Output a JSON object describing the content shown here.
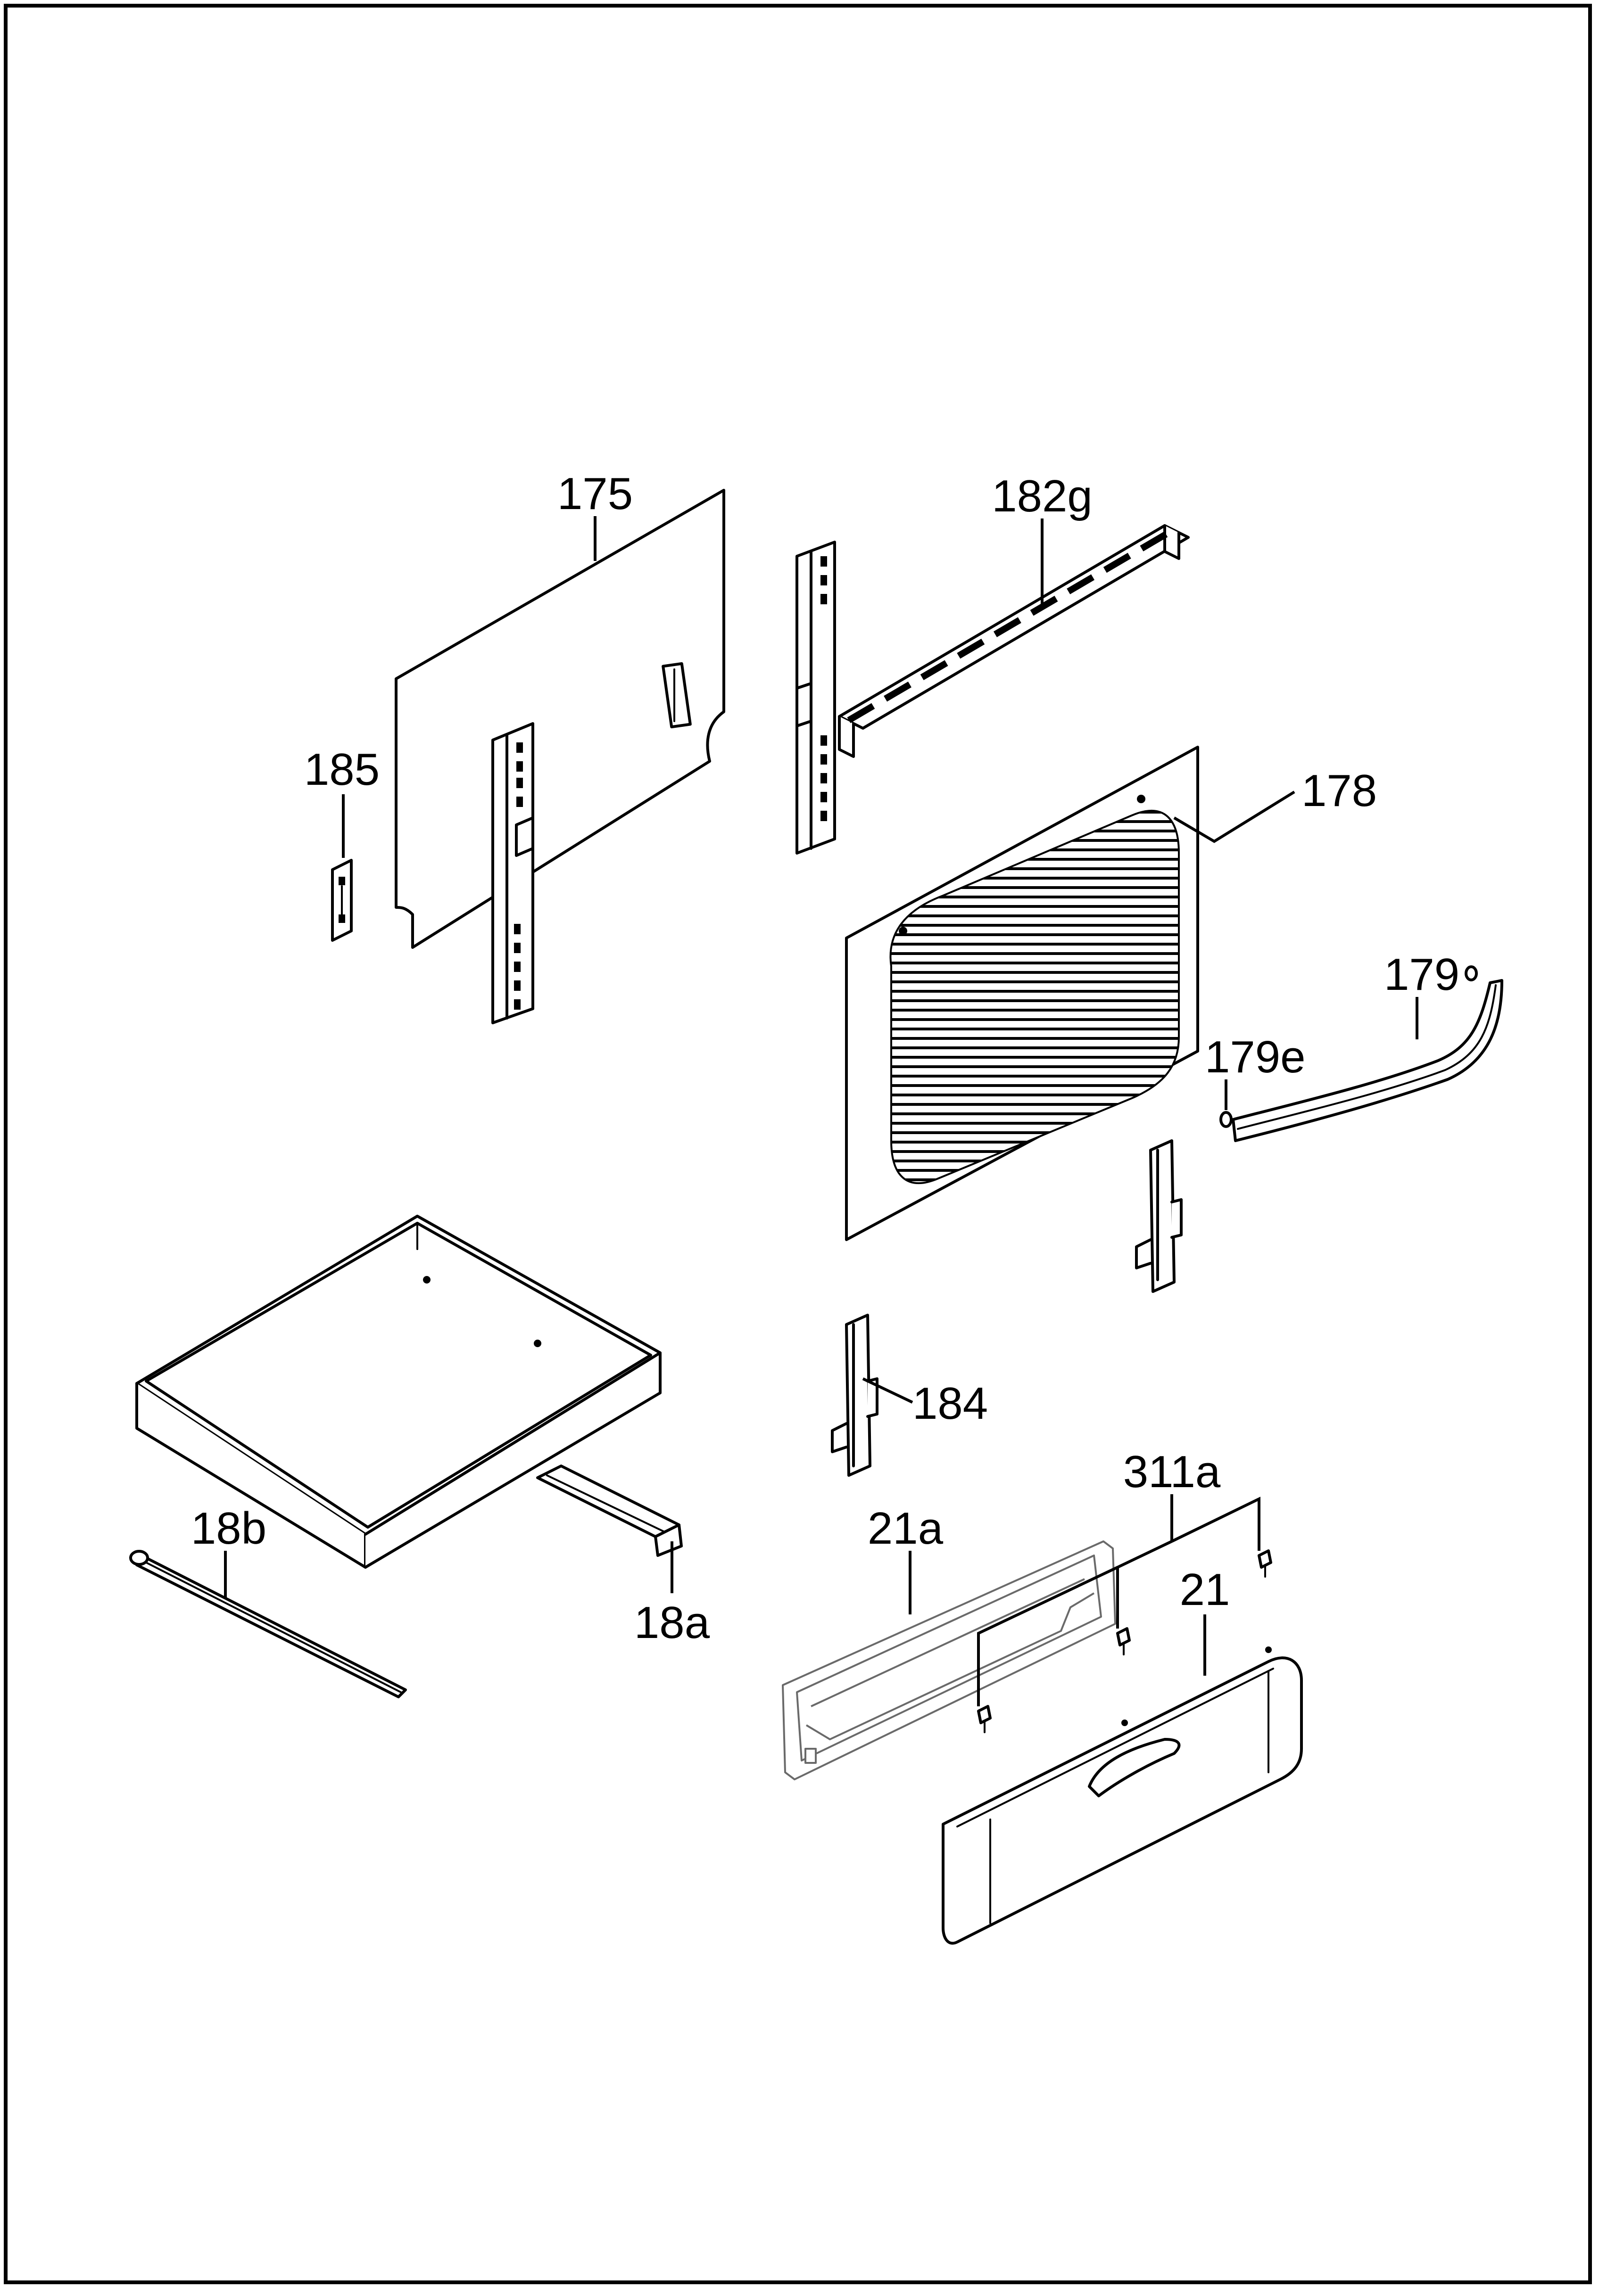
{
  "labels": {
    "p175": "175",
    "p182g": "182g",
    "p185": "185",
    "p178": "178",
    "p179": "179",
    "p179e": "179e",
    "p184": "184",
    "p311a": "311a",
    "p21a": "21a",
    "p21": "21",
    "p18b": "18b",
    "p18a": "18a"
  },
  "colors": {
    "line": "#000000",
    "paper": "#ffffff",
    "grey_part": "#6a6a6a"
  }
}
